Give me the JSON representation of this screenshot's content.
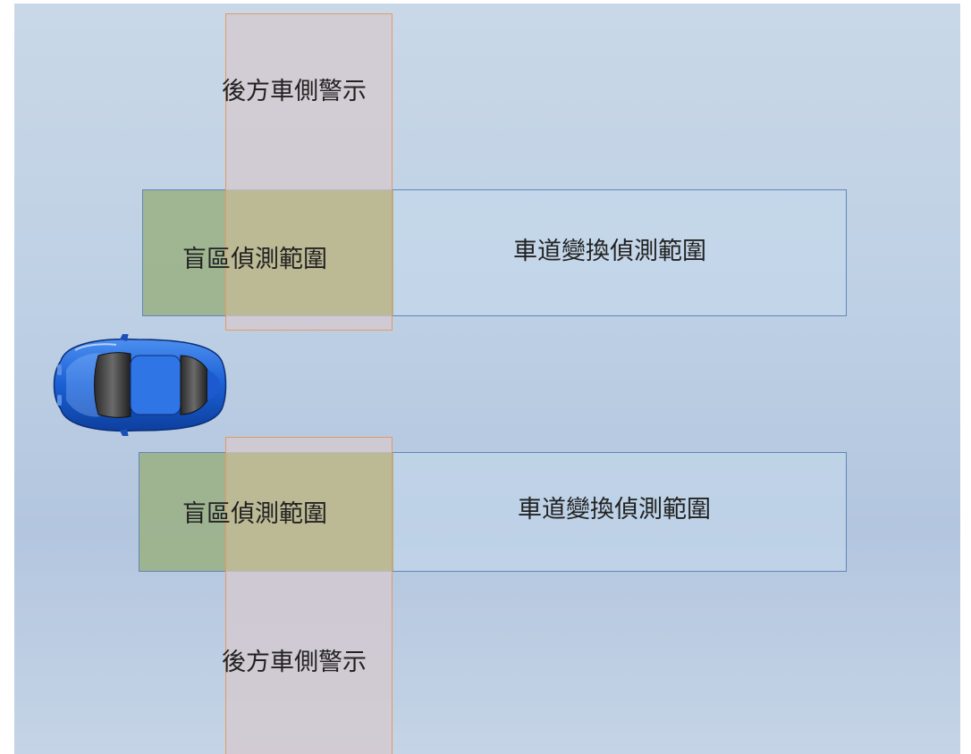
{
  "labels": {
    "top_rcta": "後方車側警示",
    "top_blind": "盲區偵測範圍",
    "top_lane": "車道變換偵測範圍",
    "bottom_blind": "盲區偵測範圍",
    "bottom_lane": "車道變換偵測範圍",
    "bottom_rcta": "後方車側警示"
  },
  "colors": {
    "lane_border": "#5f86b8",
    "rcta_border": "#e39a62",
    "blind_fill": "#92a870",
    "car_body": "#1e63d6"
  },
  "icons": {
    "vehicle": "car-top-view-icon"
  }
}
